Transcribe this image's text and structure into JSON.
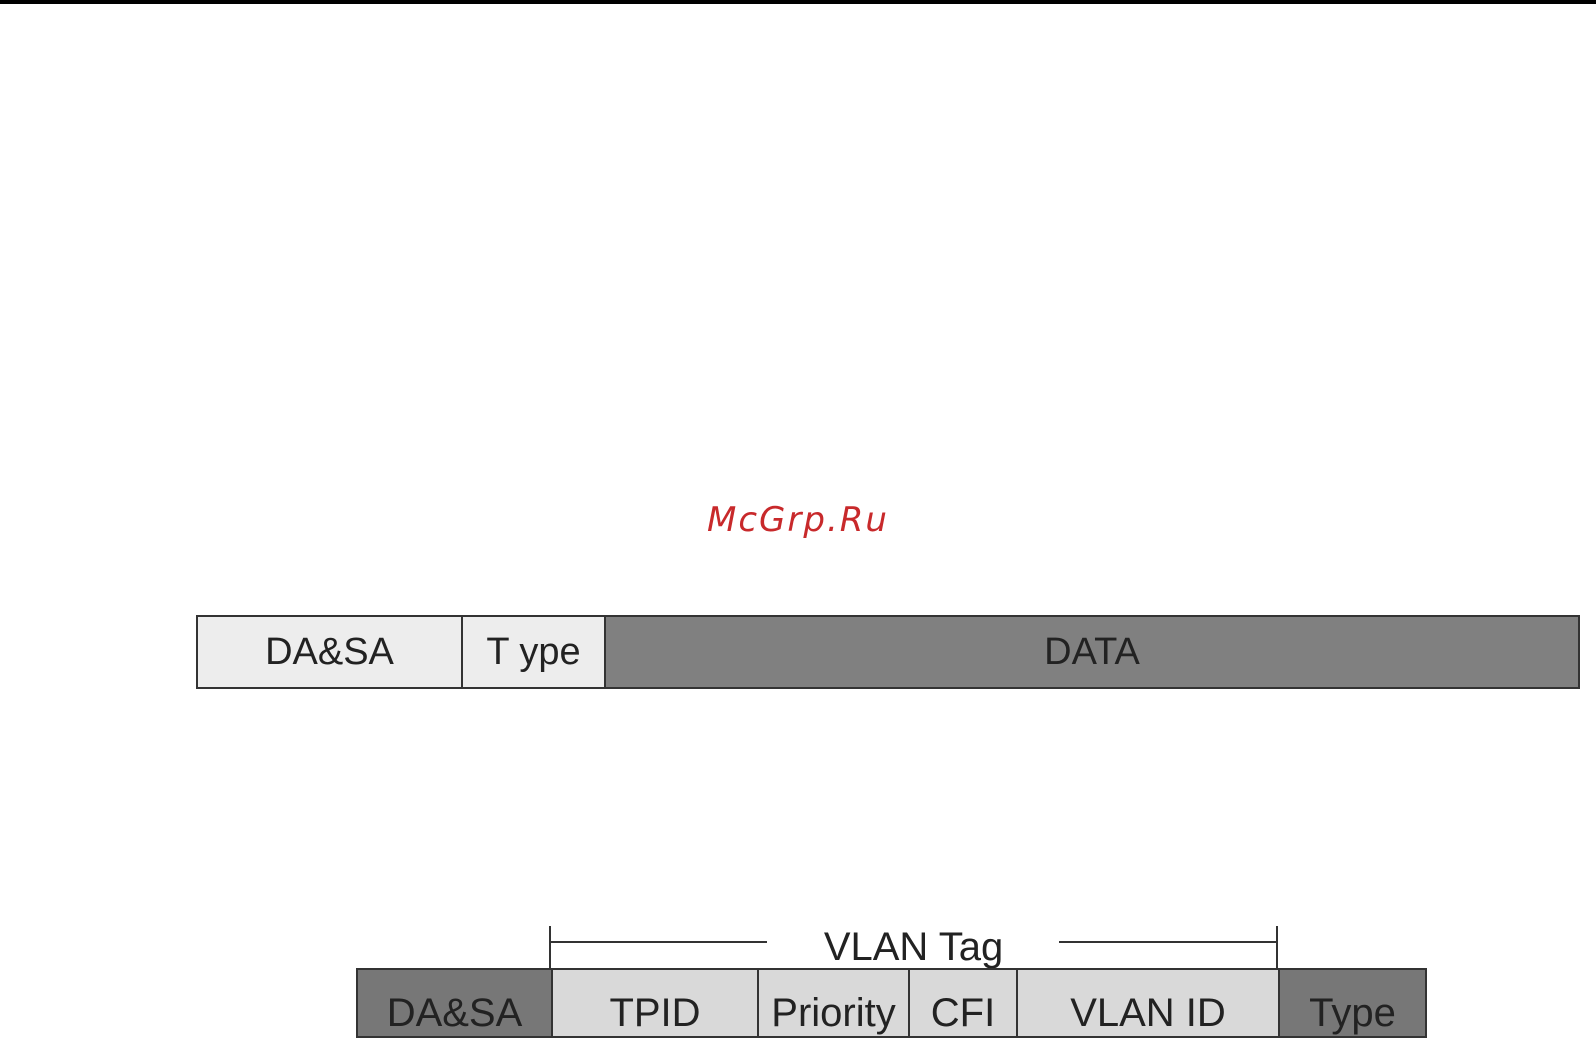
{
  "colors": {
    "watermark": "#c8292b",
    "field_light": "#ededed",
    "field_dark": "#808080",
    "tag_field": "#d9d9d9",
    "outline": "#333333"
  },
  "watermark": {
    "text": "McGrp.Ru"
  },
  "frame_untagged": {
    "fields": [
      {
        "label": "DA&SA"
      },
      {
        "label": "T ype"
      },
      {
        "label": "DATA"
      }
    ]
  },
  "frame_tagged": {
    "tag_label": "VLAN Tag",
    "fields": [
      {
        "label": "DA&SA"
      },
      {
        "label": "TPID"
      },
      {
        "label": "Priority"
      },
      {
        "label": "CFI"
      },
      {
        "label": "VLAN ID"
      },
      {
        "label": "Type"
      }
    ]
  }
}
